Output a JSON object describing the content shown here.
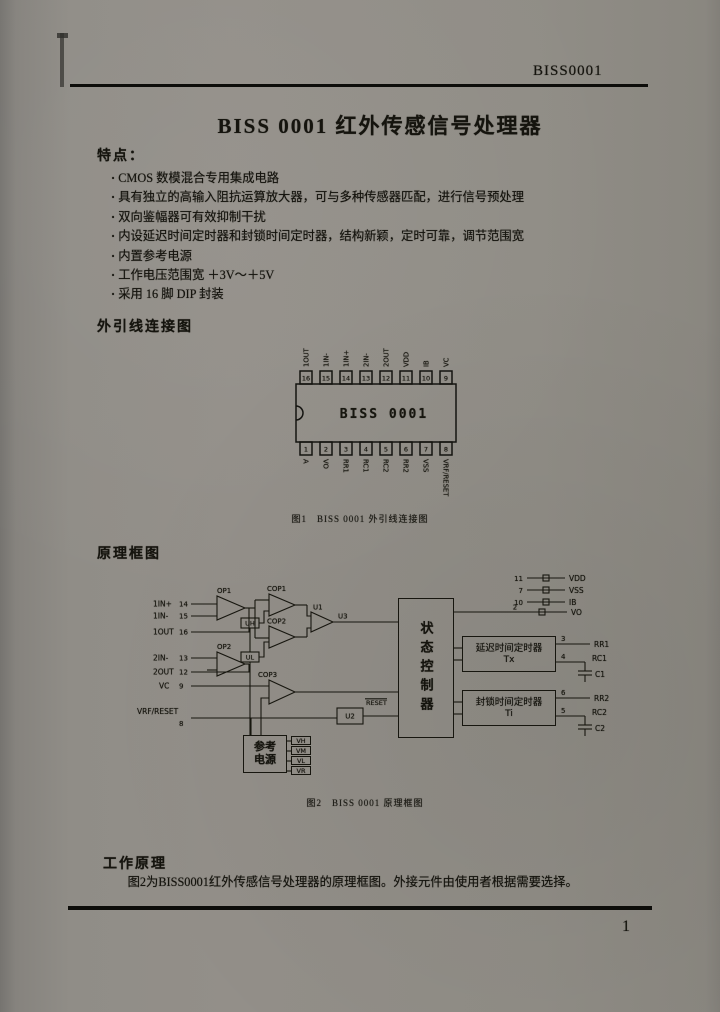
{
  "page": {
    "header": "BISS0001",
    "title": "BISS 0001 红外传感信号处理器",
    "page_number": "1"
  },
  "features": {
    "heading": "特点：",
    "items": [
      "CMOS 数模混合专用集成电路",
      "具有独立的高输入阻抗运算放大器，可与多种传感器匹配，进行信号预处理",
      "双向鉴幅器可有效抑制干扰",
      "内设延迟时间定时器和封锁时间定时器，结构新颖，定时可靠，调节范围宽",
      "内置参考电源",
      "工作电压范围宽 ＋3V～＋5V",
      "采用 16 脚 DIP 封装"
    ]
  },
  "pin_diagram": {
    "heading": "外引线连接图",
    "chip_label": "BISS 0001",
    "caption": "图1　BISS 0001 外引线连接图",
    "top_pins": [
      {
        "num": "16",
        "label": "1OUT"
      },
      {
        "num": "15",
        "label": "1IN-"
      },
      {
        "num": "14",
        "label": "1IN+"
      },
      {
        "num": "13",
        "label": "2IN-"
      },
      {
        "num": "12",
        "label": "2OUT"
      },
      {
        "num": "11",
        "label": "VDD"
      },
      {
        "num": "10",
        "label": "IB"
      },
      {
        "num": "9",
        "label": "VC"
      }
    ],
    "bottom_pins": [
      {
        "num": "1",
        "label": "A"
      },
      {
        "num": "2",
        "label": "VO"
      },
      {
        "num": "3",
        "label": "RR1"
      },
      {
        "num": "4",
        "label": "RC1"
      },
      {
        "num": "5",
        "label": "RC2"
      },
      {
        "num": "6",
        "label": "RR2"
      },
      {
        "num": "7",
        "label": "VSS"
      },
      {
        "num": "8",
        "label": "VRF/RESET"
      }
    ]
  },
  "block_diagram": {
    "heading": "原理框图",
    "caption": "图2　BISS 0001 原理框图",
    "left_pins": {
      "in1p": {
        "label": "1IN+",
        "num": "14"
      },
      "in1n": {
        "label": "1IN-",
        "num": "15"
      },
      "out1": {
        "label": "1OUT",
        "num": "16"
      },
      "in2n": {
        "label": "2IN-",
        "num": "13"
      },
      "out2": {
        "label": "2OUT",
        "num": "12"
      },
      "vc": {
        "label": "VC",
        "num": "9"
      },
      "vrf": {
        "label": "VRF/RESET",
        "num": "8"
      }
    },
    "amps": {
      "op1": "OP1",
      "op2": "OP2",
      "cop1": "COP1",
      "cop2": "COP2",
      "cop3": "COP3"
    },
    "gates": {
      "u1": "U1",
      "u2": "U2",
      "u3": "U3",
      "uh": "UH",
      "ul": "UL",
      "reset": "RESET"
    },
    "blocks": {
      "state": "状态控制器",
      "tx_name": "延迟时间定时器",
      "tx_sym": "Tx",
      "ti_name": "封锁时间定时器",
      "ti_sym": "Ti",
      "ref_line1": "参考",
      "ref_line2": "电源"
    },
    "ref_outputs": [
      "VH",
      "VM",
      "VL",
      "VR"
    ],
    "right_pins": {
      "vdd": {
        "num": "11",
        "label": "VDD"
      },
      "vss": {
        "num": "7",
        "label": "VSS"
      },
      "ib": {
        "num": "10",
        "label": "IB"
      },
      "vo": {
        "num": "2",
        "label": "VO"
      }
    },
    "timer_pins": {
      "rr1": {
        "num": "3",
        "label": "RR1"
      },
      "rc1": {
        "num": "4",
        "label": "RC1"
      },
      "rr2": {
        "num": "6",
        "label": "RR2"
      },
      "rc2": {
        "num": "5",
        "label": "RC2"
      },
      "c1": "C1",
      "c2": "C2"
    }
  },
  "principle": {
    "heading": "工作原理",
    "text": "图2为BISS0001红外传感信号处理器的原理框图。外接元件由使用者根据需要选择。"
  }
}
